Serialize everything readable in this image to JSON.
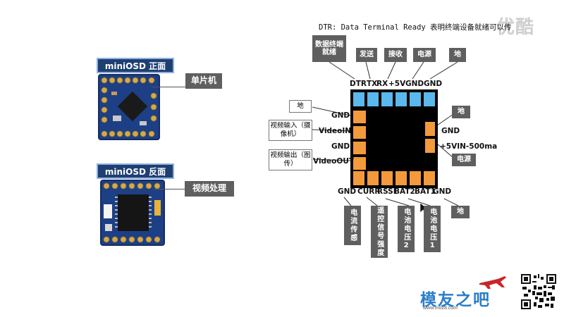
{
  "watermark": "优酷",
  "dtr_note": "DTR: Data Terminal Ready 表明终端设备就绪可以传",
  "left": {
    "front_title": "miniOSD 正面",
    "back_title": "miniOSD 反面",
    "mcu_label": "单片机",
    "video_label": "视频处理"
  },
  "top_labels": [
    "数据终端就绪",
    "发送",
    "接收",
    "电源",
    "地"
  ],
  "top_pins": [
    "DTR",
    "TX",
    "RX",
    "+5V",
    "GND",
    "GND"
  ],
  "left_labels": [
    "地",
    "视频输入（摄像机）",
    "视频输出（图传）"
  ],
  "left_pins": [
    "GND",
    "VideoIN",
    "GND",
    "VideoOUT"
  ],
  "right_labels": [
    "地",
    "电源"
  ],
  "right_pins": [
    "GND",
    "+5VIN-500ma"
  ],
  "bottom_pins": [
    "GND",
    "CURR",
    "RSSI",
    "BAT2",
    "BAT1",
    "GND"
  ],
  "bottom_labels": [
    "电流传感",
    "遥控信号强度",
    "电池电压2",
    "电池电压1",
    "地"
  ],
  "brand": "模友之吧",
  "brand_url": "www.moz8.com",
  "colors": {
    "pad_blue": "#5bb8ec",
    "pad_orange": "#f39a3c",
    "label_gray": "#5f5f5f",
    "title_navy": "#1f3f73"
  }
}
